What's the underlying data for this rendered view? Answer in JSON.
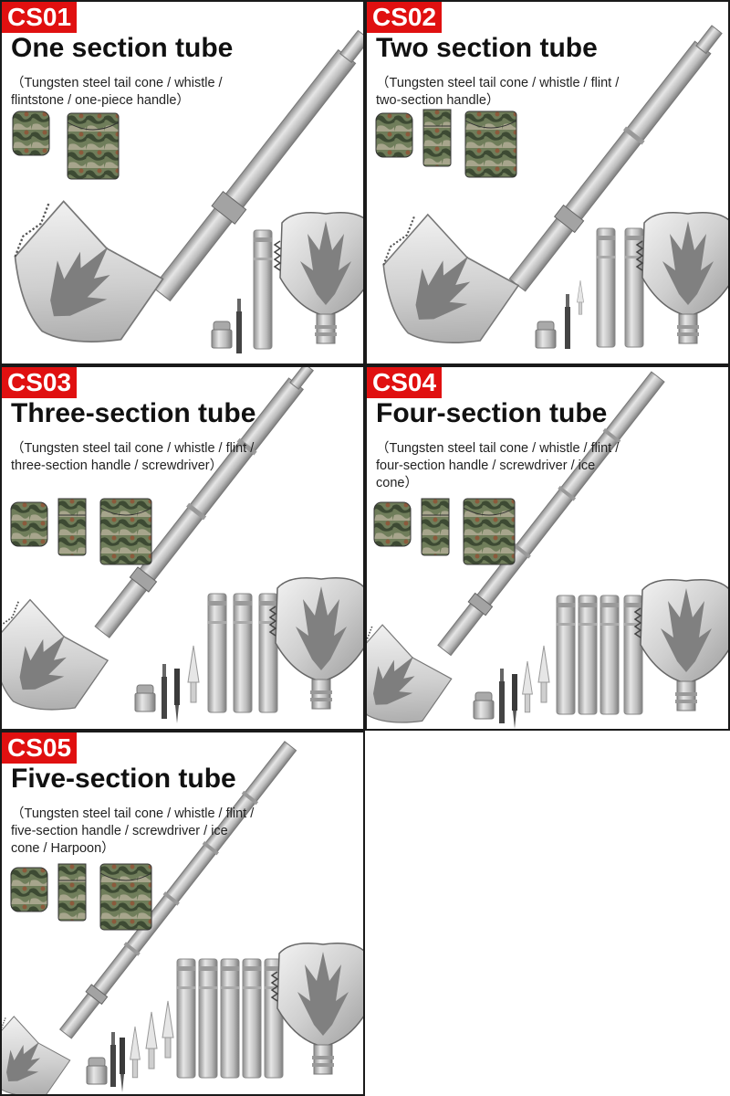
{
  "panels": [
    {
      "code": "CS01",
      "title": "One section tube",
      "description": "（Tungsten steel tail cone / whistle / flintstone / one-piece handle）"
    },
    {
      "code": "CS02",
      "title": "Two section tube",
      "description": "（Tungsten steel tail cone / whistle / flint / two-section handle）"
    },
    {
      "code": "CS03",
      "title": "Three-section tube",
      "description": "（Tungsten steel tail cone / whistle / flint / three-section handle / screwdriver）"
    },
    {
      "code": "CS04",
      "title": "Four-section tube",
      "description": "（Tungsten steel tail cone / whistle / flint / four-section handle / screwdriver / ice cone）"
    },
    {
      "code": "CS05",
      "title": "Five-section tube",
      "description": "（Tungsten steel tail cone / whistle / flint / five-section handle / screwdriver / ice cone / Harpoon）"
    }
  ],
  "colors": {
    "code_badge": "#e01010",
    "border": "#1a1a1a",
    "steel": "#b8b8b8",
    "blade": "#9a9a9a"
  }
}
